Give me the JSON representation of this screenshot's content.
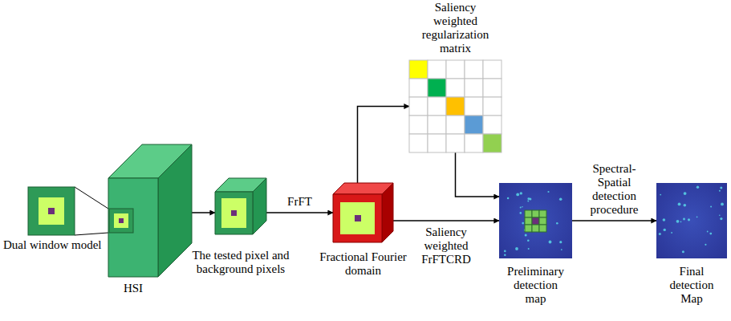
{
  "diagram": {
    "nodes": [
      {
        "text": [
          "Dual window model"
        ]
      },
      {
        "text": [
          "HSI"
        ]
      },
      {
        "text": [
          "The tested pixel and background pixels"
        ]
      },
      {
        "text": [
          "Fractional Fourier domain"
        ]
      },
      {
        "text": [
          "Saliency weighted regularization matrix"
        ]
      },
      {
        "text": [
          "Preliminary detection map"
        ]
      },
      {
        "text": [
          "Final detection Map"
        ]
      }
    ],
    "edges": [
      {
        "from": 0,
        "to": 1,
        "arrow": "none"
      },
      {
        "from": 1,
        "to": 2,
        "arrow": "to"
      },
      {
        "from": 2,
        "to": 3,
        "label": "FrFT",
        "arrow": "to"
      },
      {
        "from": 3,
        "to": 4,
        "arrow": "to"
      },
      {
        "from": 4,
        "to": 5,
        "arrow": "to"
      },
      {
        "from": 3,
        "to": 5,
        "label": "Saliency weighted FrFTCRD",
        "arrow": "to"
      },
      {
        "from": 5,
        "to": 6,
        "label": "Spectral-Spatial detection procedure",
        "arrow": "to"
      }
    ]
  }
}
